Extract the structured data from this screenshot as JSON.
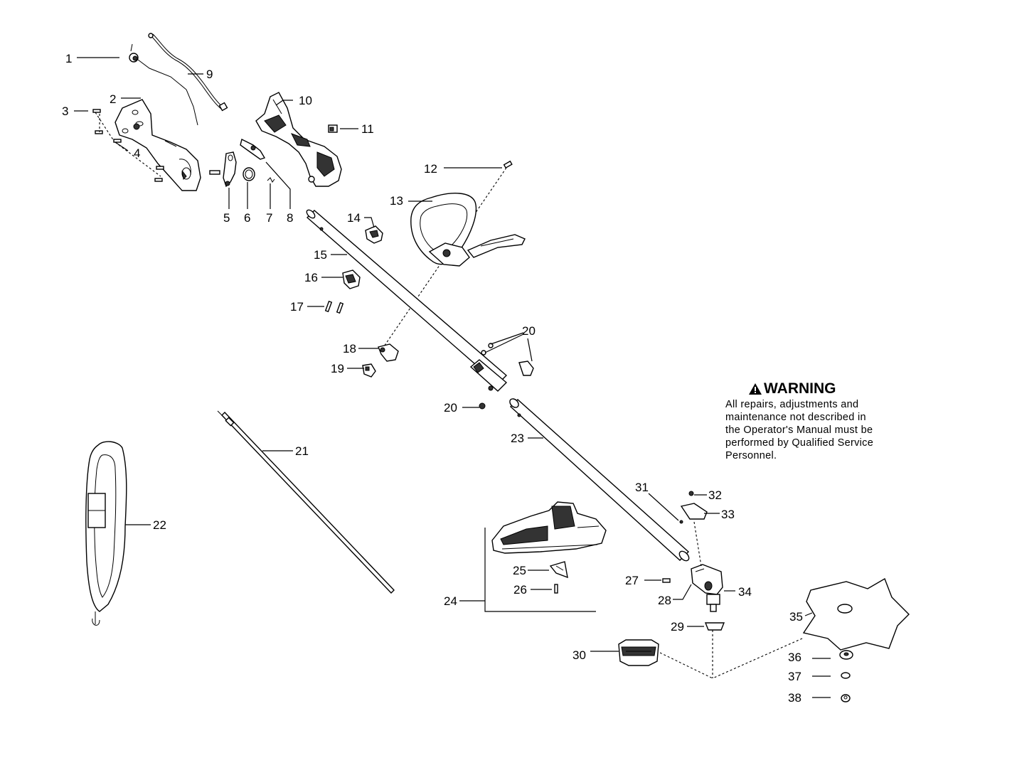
{
  "labels": {
    "p1": "1",
    "p2": "2",
    "p3": "3",
    "p4": "4",
    "p5": "5",
    "p6": "6",
    "p7": "7",
    "p8": "8",
    "p9": "9",
    "p10": "10",
    "p11": "11",
    "p12": "12",
    "p13": "13",
    "p14": "14",
    "p15": "15",
    "p16": "16",
    "p17": "17",
    "p18": "18",
    "p19": "19",
    "p20a": "20",
    "p20b": "20",
    "p21": "21",
    "p22": "22",
    "p23": "23",
    "p24": "24",
    "p25": "25",
    "p26": "26",
    "p27": "27",
    "p28": "28",
    "p29": "29",
    "p30": "30",
    "p31": "31",
    "p32": "32",
    "p33": "33",
    "p34": "34",
    "p35": "35",
    "p36": "36",
    "p37": "37",
    "p38": "38"
  },
  "warning": {
    "icon": "warning-triangle-icon",
    "title": "WARNING",
    "line1": "All repairs, adjustments and",
    "line2": "maintenance not described in",
    "line3": "the Operator's Manual must be",
    "line4": "performed by Qualified Service",
    "line5": "Personnel."
  }
}
